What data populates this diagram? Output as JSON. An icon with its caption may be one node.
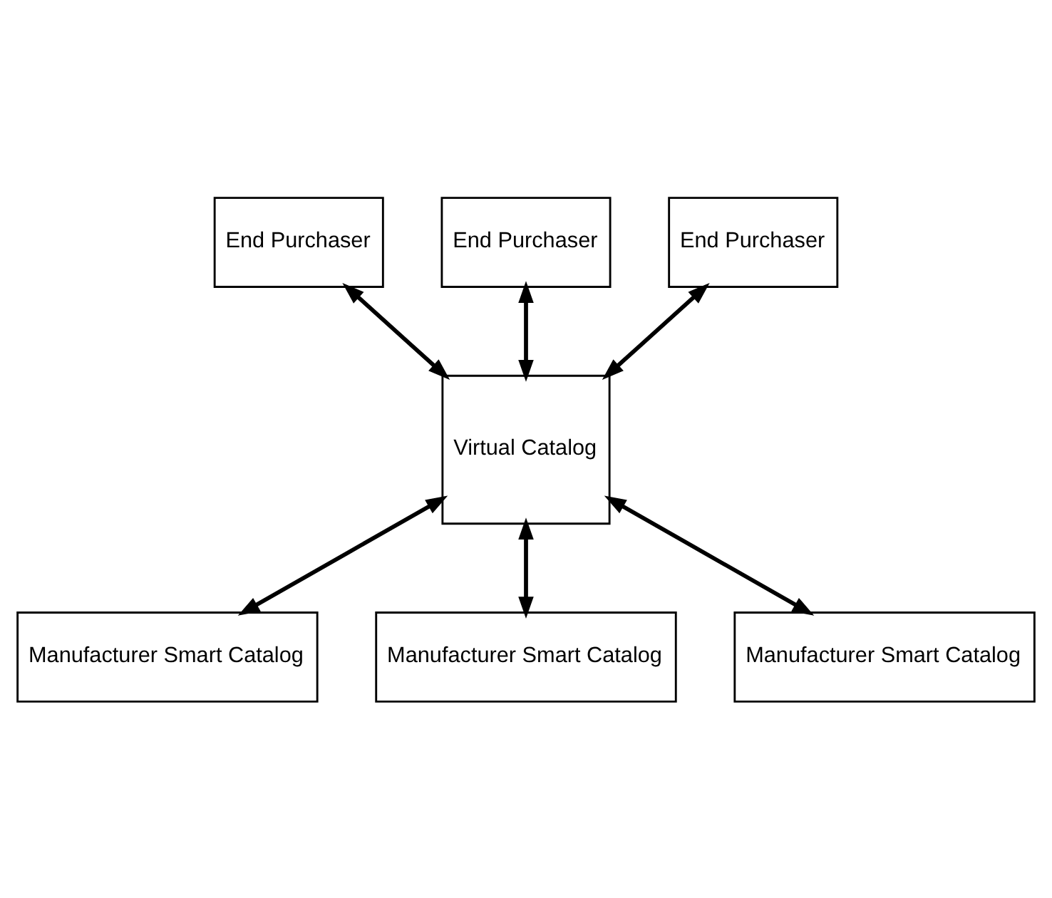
{
  "diagram": {
    "nodes": [
      {
        "text": [
          "End Purchaser"
        ]
      },
      {
        "text": [
          "End Purchaser"
        ]
      },
      {
        "text": [
          "End Purchaser"
        ]
      },
      {
        "text": [
          "Virtual Catalog"
        ]
      },
      {
        "text": [
          "Manufacturer Smart Catalog"
        ]
      },
      {
        "text": [
          "Manufacturer Smart Catalog"
        ]
      },
      {
        "text": [
          "Manufacturer Smart Catalog"
        ]
      }
    ],
    "edges": [
      {
        "from": 0,
        "to": 3,
        "arrow": "both"
      },
      {
        "from": 1,
        "to": 3,
        "arrow": "both"
      },
      {
        "from": 2,
        "to": 3,
        "arrow": "both"
      },
      {
        "from": 3,
        "to": 4,
        "arrow": "both"
      },
      {
        "from": 3,
        "to": 5,
        "arrow": "both"
      },
      {
        "from": 3,
        "to": 6,
        "arrow": "both"
      }
    ]
  }
}
